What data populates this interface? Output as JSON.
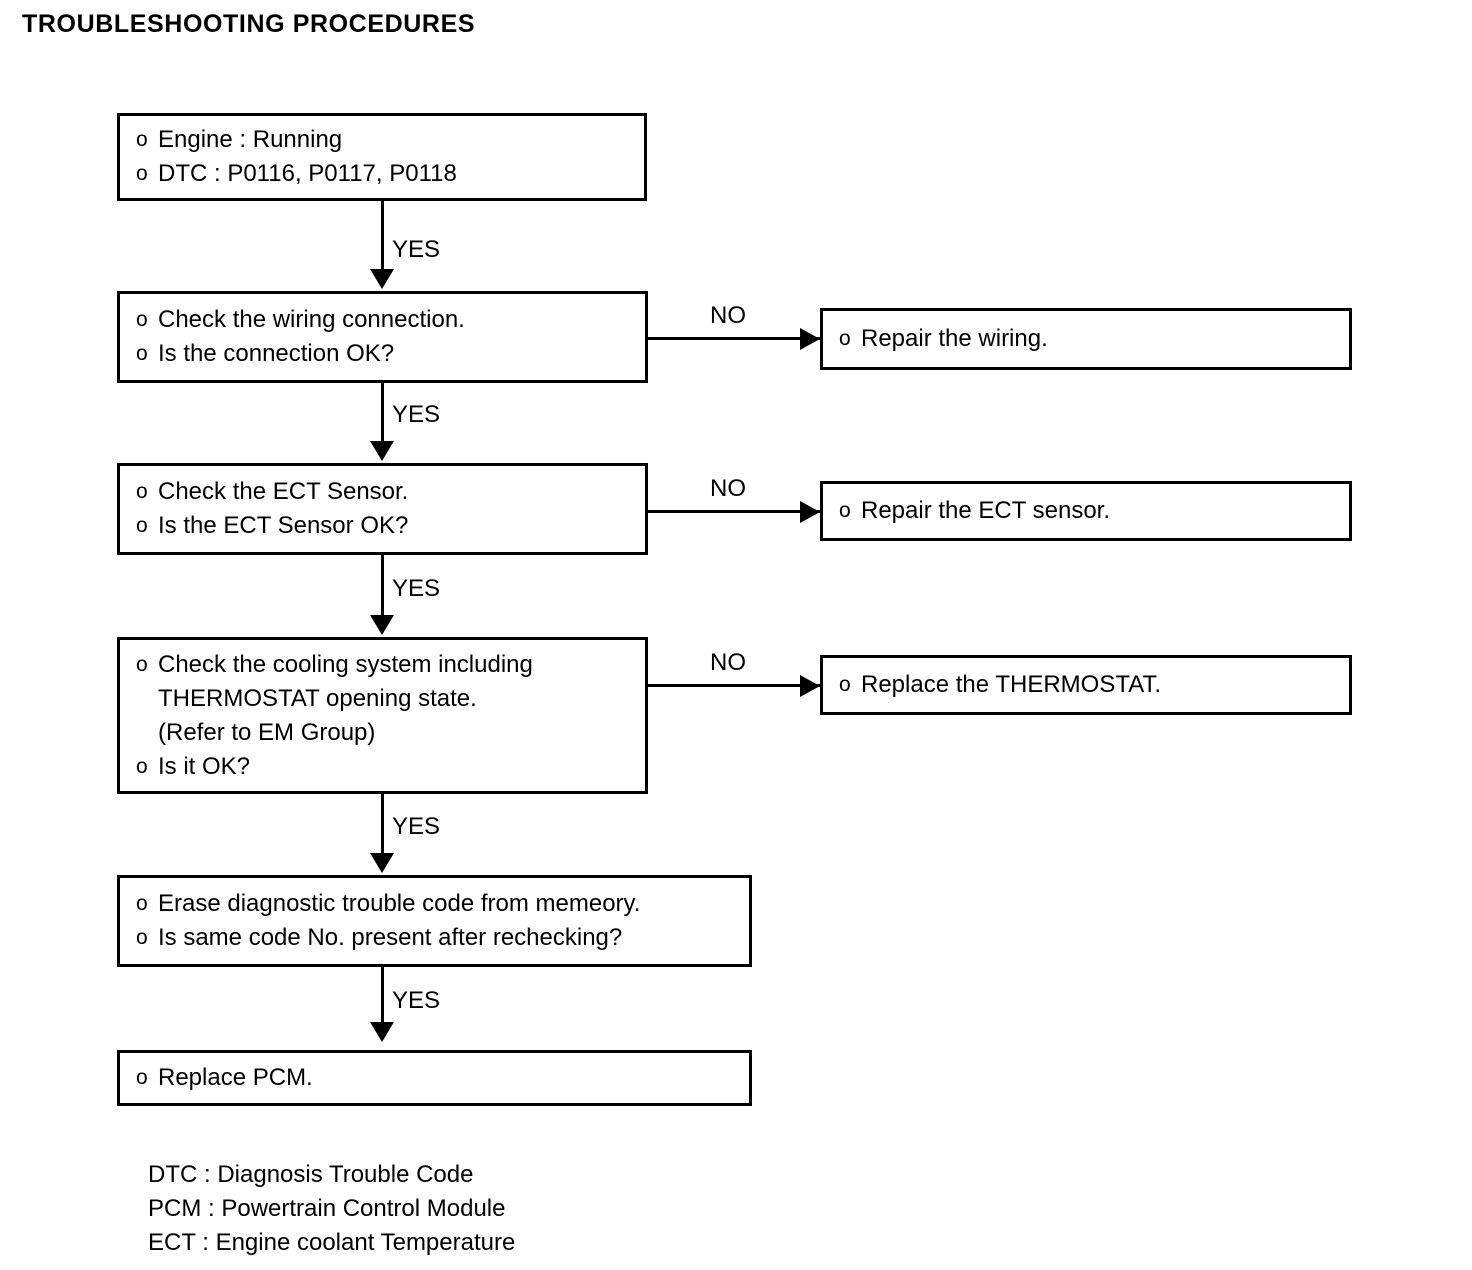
{
  "page": {
    "title": "TROUBLESHOOTING PROCEDURES"
  },
  "flow": {
    "bullet_glyph": "o",
    "nodes": [
      {
        "id": "start",
        "lines": [
          {
            "bullet": true,
            "text": "Engine : Running"
          },
          {
            "bullet": true,
            "text": "DTC : P0116, P0117, P0118"
          }
        ]
      },
      {
        "id": "wiring",
        "lines": [
          {
            "bullet": true,
            "text": "Check the wiring connection."
          },
          {
            "bullet": true,
            "text": "Is the connection OK?"
          }
        ]
      },
      {
        "id": "ect",
        "lines": [
          {
            "bullet": true,
            "text": "Check the ECT Sensor."
          },
          {
            "bullet": true,
            "text": "Is the ECT Sensor OK?"
          }
        ]
      },
      {
        "id": "cooling",
        "lines": [
          {
            "bullet": true,
            "text": "Check the cooling system including"
          },
          {
            "bullet": false,
            "text": "THERMOSTAT opening state."
          },
          {
            "bullet": false,
            "text": "(Refer to EM Group)"
          },
          {
            "bullet": true,
            "text": "Is it OK?"
          }
        ]
      },
      {
        "id": "erase",
        "lines": [
          {
            "bullet": true,
            "text": "Erase diagnostic trouble code from memeory."
          },
          {
            "bullet": true,
            "text": "Is same code No. present after rechecking?"
          }
        ]
      },
      {
        "id": "pcm",
        "lines": [
          {
            "bullet": true,
            "text": "Replace PCM."
          }
        ]
      },
      {
        "id": "repair-wiring",
        "lines": [
          {
            "bullet": true,
            "text": "Repair the wiring."
          }
        ]
      },
      {
        "id": "repair-ect",
        "lines": [
          {
            "bullet": true,
            "text": "Repair the ECT sensor."
          }
        ]
      },
      {
        "id": "replace-thermo",
        "lines": [
          {
            "bullet": true,
            "text": "Replace the THERMOSTAT."
          }
        ]
      }
    ],
    "edges": [
      {
        "id": "start-to-wiring",
        "label": "YES",
        "direction": "down"
      },
      {
        "id": "wiring-to-ect",
        "label": "YES",
        "direction": "down"
      },
      {
        "id": "ect-to-cooling",
        "label": "YES",
        "direction": "down"
      },
      {
        "id": "cooling-to-erase",
        "label": "YES",
        "direction": "down"
      },
      {
        "id": "erase-to-pcm",
        "label": "YES",
        "direction": "down"
      },
      {
        "id": "wiring-to-repair-wiring",
        "label": "NO",
        "direction": "right"
      },
      {
        "id": "ect-to-repair-ect",
        "label": "NO",
        "direction": "right"
      },
      {
        "id": "cooling-to-replace-thermo",
        "label": "NO",
        "direction": "right"
      }
    ]
  },
  "legend": {
    "lines": [
      "DTC : Diagnosis Trouble Code",
      "PCM : Powertrain Control Module",
      "ECT : Engine coolant Temperature"
    ]
  },
  "colors": {
    "ink": "#000000",
    "paper": "#ffffff"
  }
}
